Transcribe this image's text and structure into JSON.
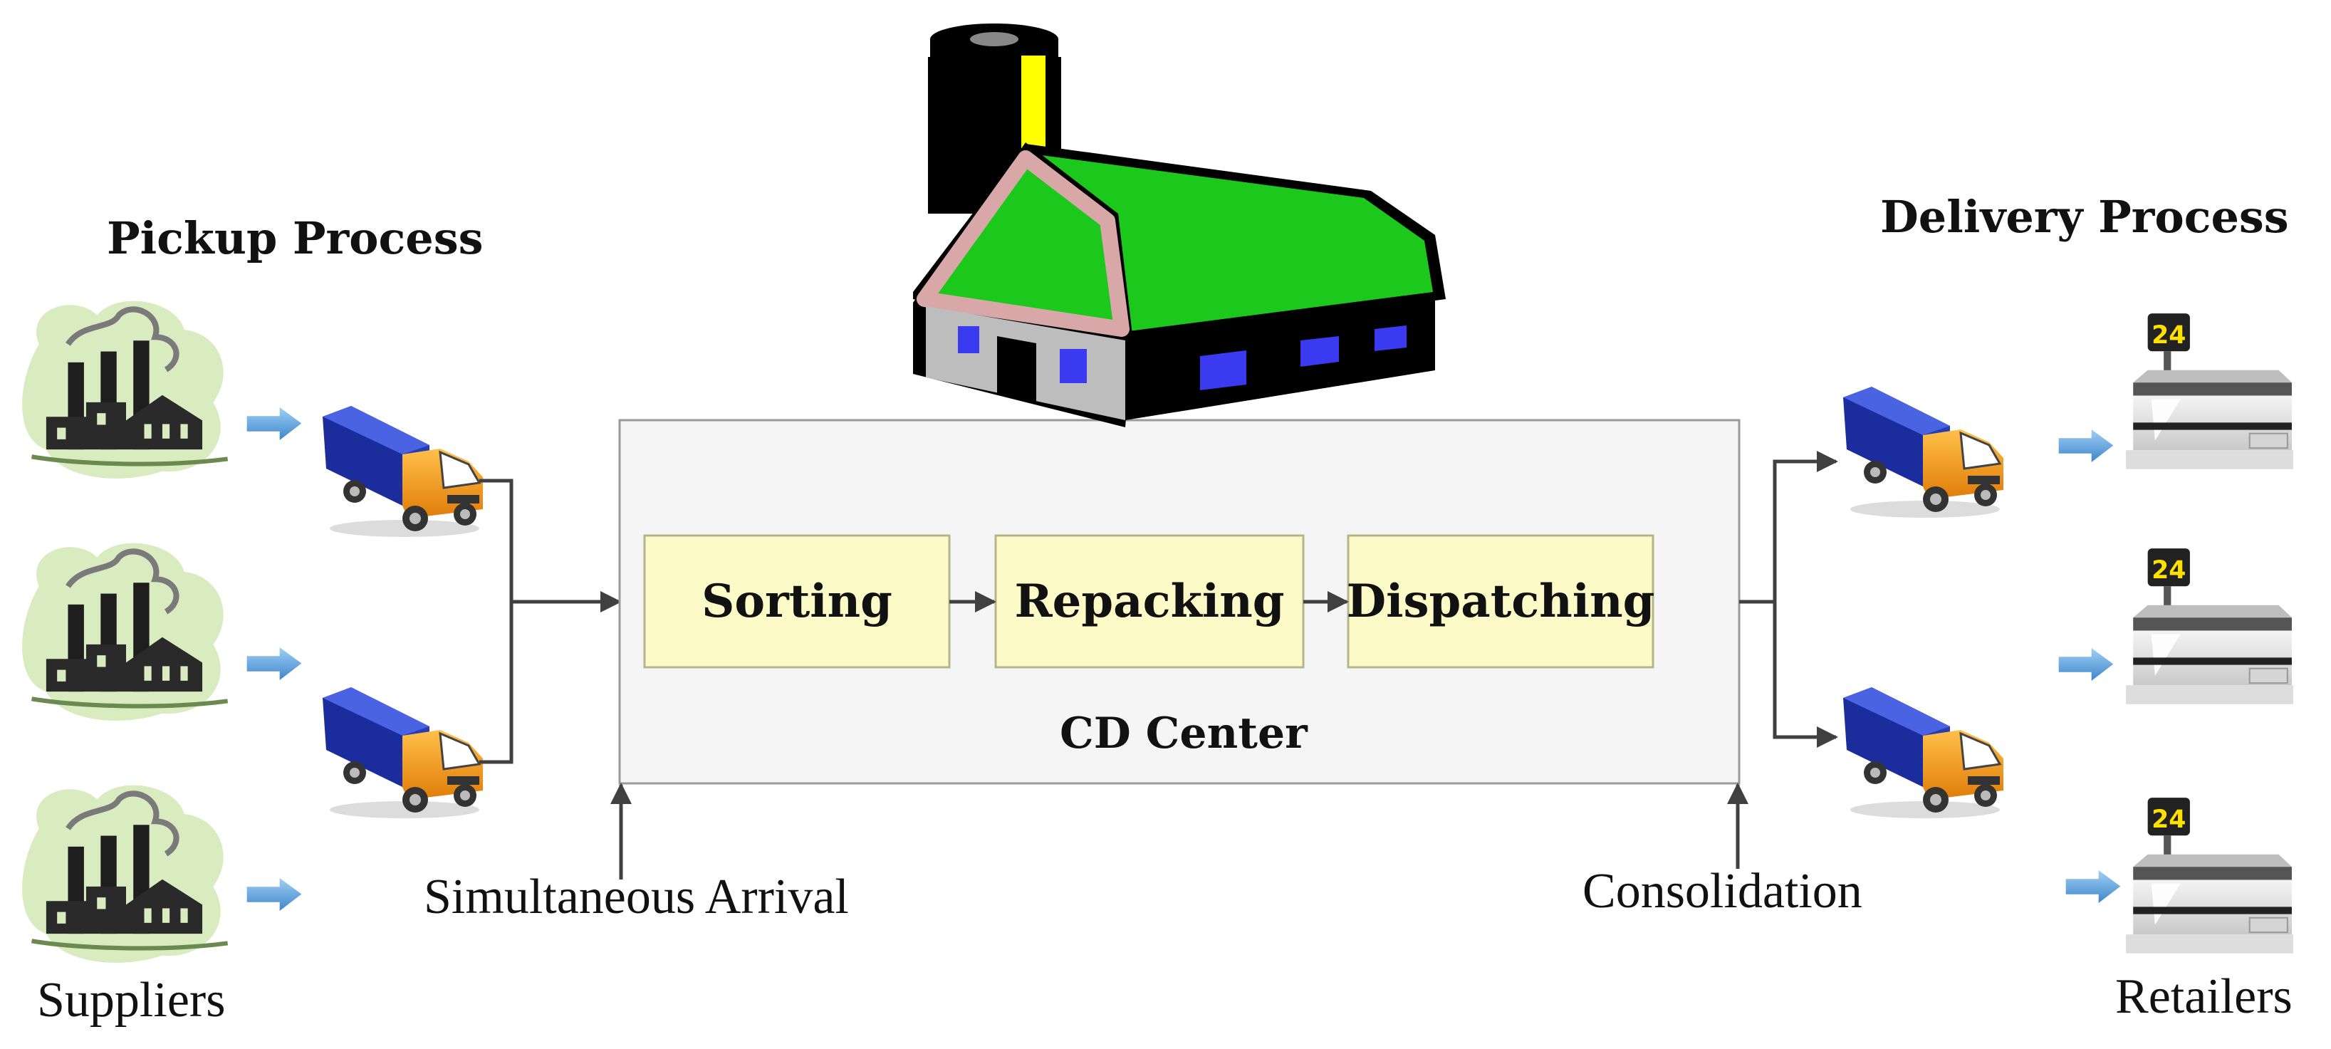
{
  "pickup_title": "Pickup Process",
  "delivery_title": "Delivery Process",
  "suppliers_label": "Suppliers",
  "retailers_label": "Retailers",
  "arrival_label": "Simultaneous Arrival",
  "consolidation_label": "Consolidation",
  "center_label": "CD Center",
  "steps": [
    "Sorting",
    "Repacking",
    "Dispatching"
  ],
  "retail_sign_text": "24",
  "colors": {
    "step_fill": "#fcfbc7",
    "center_fill": "#f5f5f5",
    "arrow_blue": "#5aa0dc",
    "truck_cargo": "#2236a8",
    "truck_cab": "#f39a1e",
    "roof_green": "#1bc81b",
    "factory_bg": "#d8ecc0",
    "connector": "#404040"
  },
  "icons": {
    "supplier": "factory-icon",
    "truck": "truck-icon",
    "retailer": "store-icon",
    "warehouse": "warehouse-icon"
  }
}
